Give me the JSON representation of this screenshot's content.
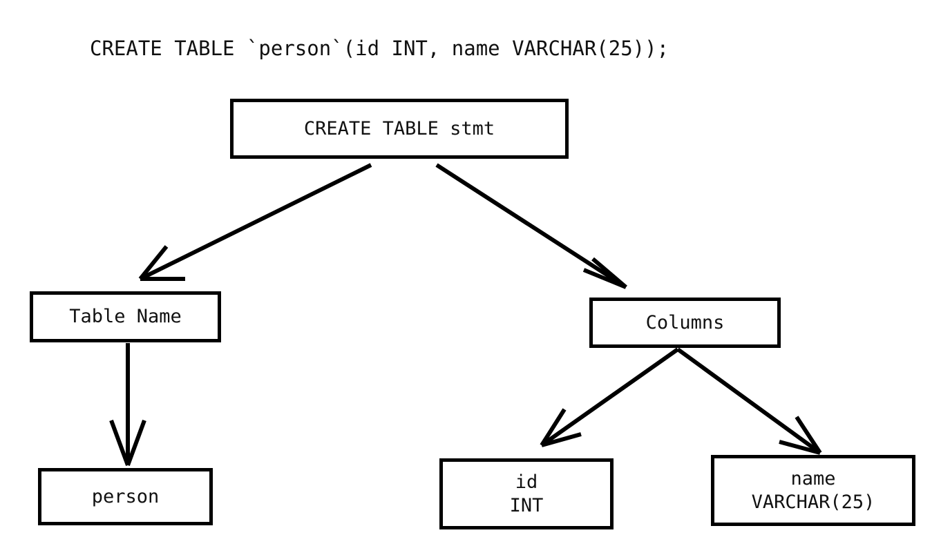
{
  "diagram": {
    "title": "CREATE TABLE `person`(id INT, name VARCHAR(25));",
    "type": "parse-tree",
    "background_color": "#ffffff",
    "stroke_color": "#000000",
    "text_color": "#111111",
    "nodes": [
      {
        "id": "root",
        "label": "CREATE TABLE stmt",
        "label_line1": "CREATE TABLE stmt",
        "label_line2": ""
      },
      {
        "id": "table-name",
        "label": "Table Name",
        "label_line1": "Table Name",
        "label_line2": ""
      },
      {
        "id": "columns",
        "label": "Columns",
        "label_line1": "Columns",
        "label_line2": ""
      },
      {
        "id": "person",
        "label": "person",
        "label_line1": "person",
        "label_line2": ""
      },
      {
        "id": "col-id",
        "label": "id INT",
        "label_line1": "id",
        "label_line2": "INT"
      },
      {
        "id": "col-name",
        "label": "name VARCHAR(25)",
        "label_line1": "name",
        "label_line2": "VARCHAR(25)"
      }
    ],
    "edges": [
      {
        "from": "root",
        "to": "table-name",
        "arrowhead": "open-v"
      },
      {
        "from": "root",
        "to": "columns",
        "arrowhead": "open-v"
      },
      {
        "from": "table-name",
        "to": "person",
        "arrowhead": "open-v"
      },
      {
        "from": "columns",
        "to": "col-id",
        "arrowhead": "open-v"
      },
      {
        "from": "columns",
        "to": "col-name",
        "arrowhead": "open-v"
      }
    ]
  }
}
